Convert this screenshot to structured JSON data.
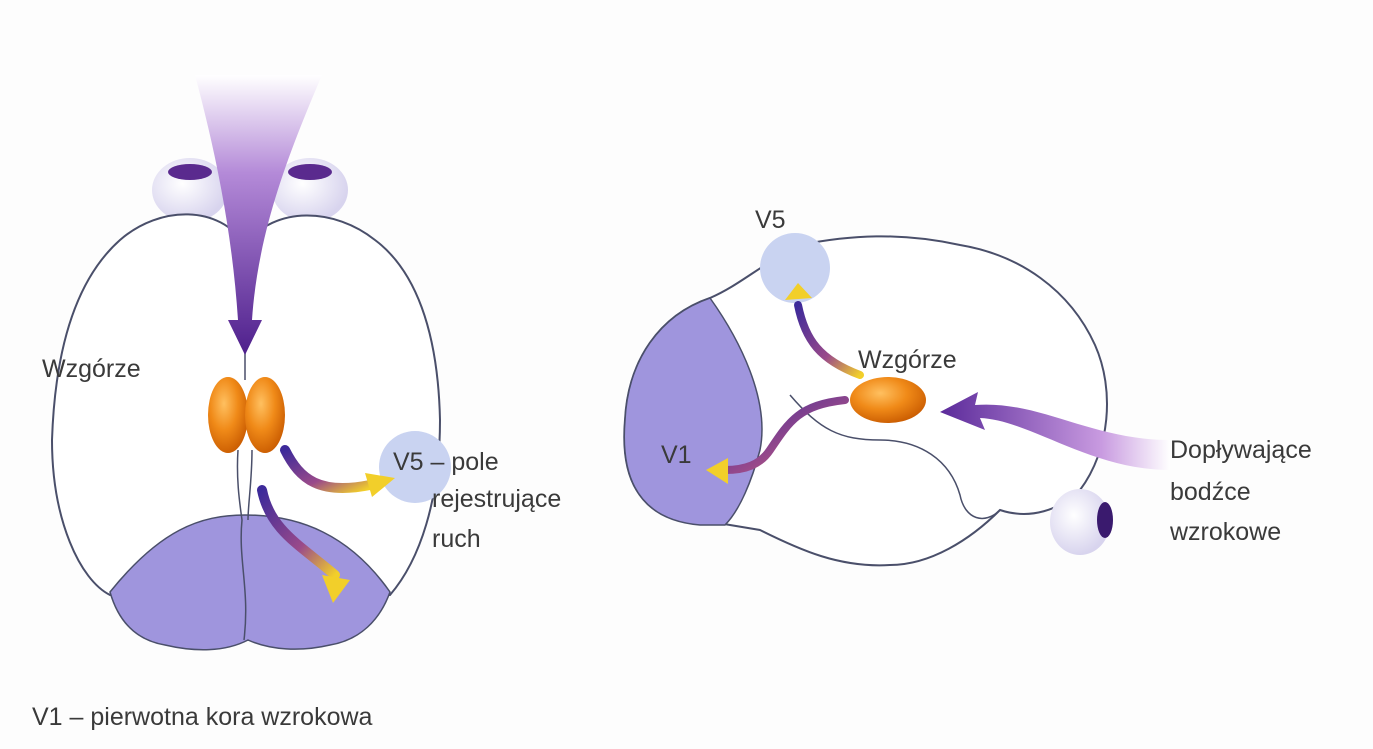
{
  "top_view": {
    "thalamus_label": "Wzgórze",
    "v5_label_line1": "V5 – pole",
    "v5_label_line2": "rejestrujące",
    "v5_label_line3": "ruch"
  },
  "side_view": {
    "v5_label": "V5",
    "thalamus_label": "Wzgórze",
    "v1_label": "V1",
    "input_label_line1": "Dopływające",
    "input_label_line2": "bodźce",
    "input_label_line3": "wzrokowe"
  },
  "caption": "V1 – pierwotna kora wzrokowa",
  "colors": {
    "visual_cortex": "#9f95dd",
    "v5_area": "#c9d3f1",
    "thalamus": "#f08a18",
    "pathway": "#5b2a9a",
    "arrow_head": "#f2cf2a"
  }
}
